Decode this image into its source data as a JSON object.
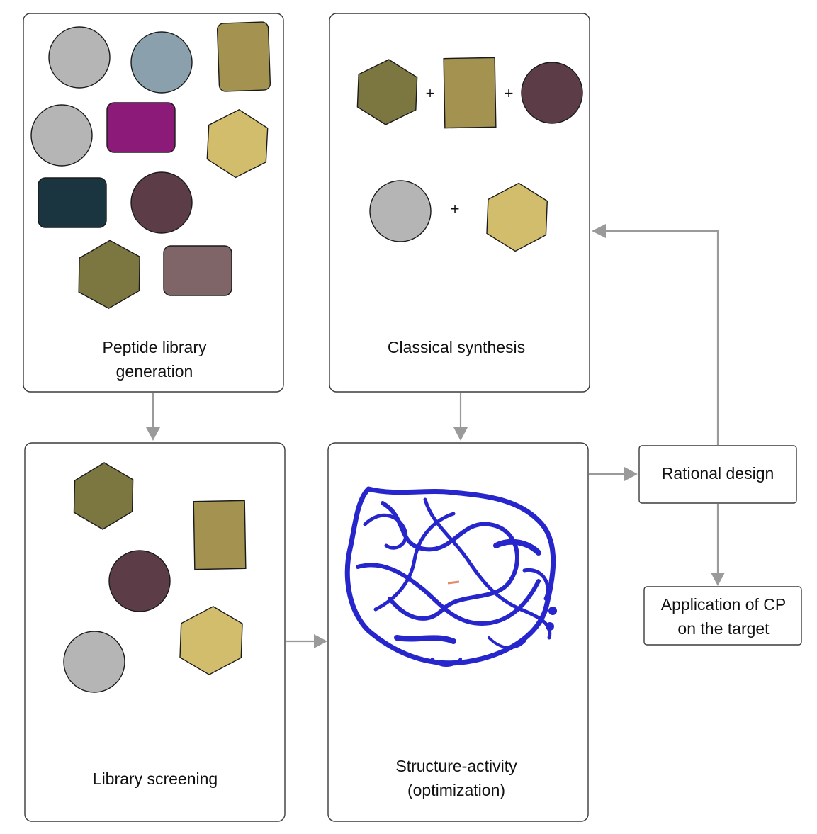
{
  "panels": {
    "peptide_library": {
      "label_line1": "Peptide library",
      "label_line2": "generation"
    },
    "classical_synthesis": {
      "label": "Classical synthesis"
    },
    "library_screening": {
      "label": "Library screening"
    },
    "structure_activity": {
      "label_line1": "Structure-activity",
      "label_line2": "(optimization)"
    },
    "rational_design": {
      "label": "Rational design"
    },
    "application": {
      "label_line1": "Application of CP",
      "label_line2": "on the target"
    }
  },
  "symbols": {
    "plus": "+"
  },
  "colors": {
    "light_gray": "#b5b5b5",
    "blue_gray": "#8aa0ad",
    "olive_tan": "#a39250",
    "magenta": "#8b1a78",
    "khaki": "#d2bd6c",
    "dark_teal": "#1b3540",
    "dark_plum": "#5c3c47",
    "dark_olive": "#7c7640",
    "mauve": "#7f6468",
    "protein_blue": "#2626cc",
    "arrow_gray": "#9a9a9a"
  }
}
